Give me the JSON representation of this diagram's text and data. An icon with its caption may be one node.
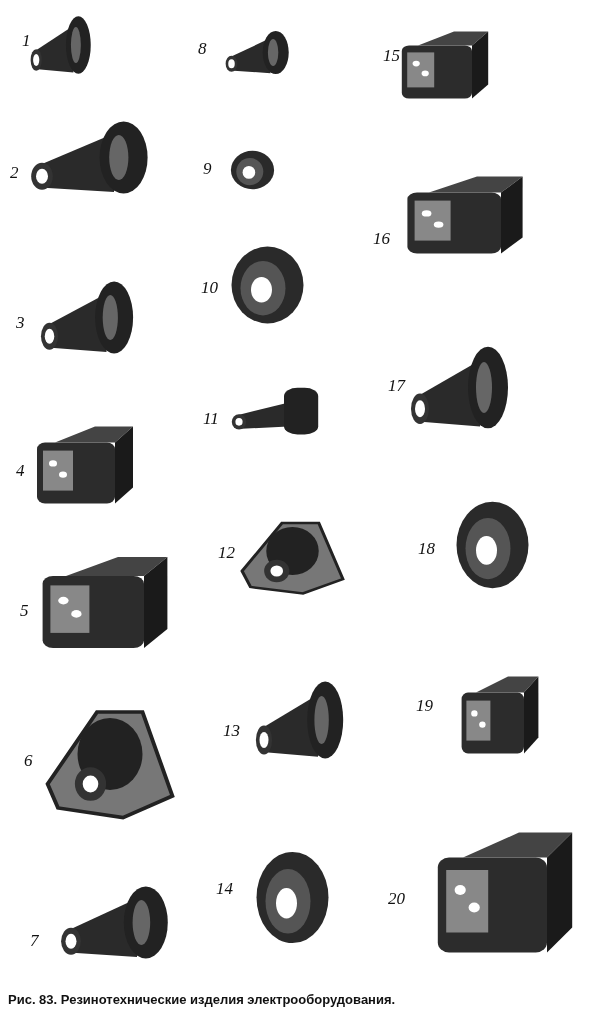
{
  "diagram": {
    "caption": "Рис. 83. Резинотехнические изделия электрооборудования.",
    "labels": [
      "1",
      "2",
      "3",
      "4",
      "5",
      "6",
      "7",
      "8",
      "9",
      "10",
      "11",
      "12",
      "13",
      "14",
      "15",
      "16",
      "17",
      "18",
      "19",
      "20"
    ]
  }
}
